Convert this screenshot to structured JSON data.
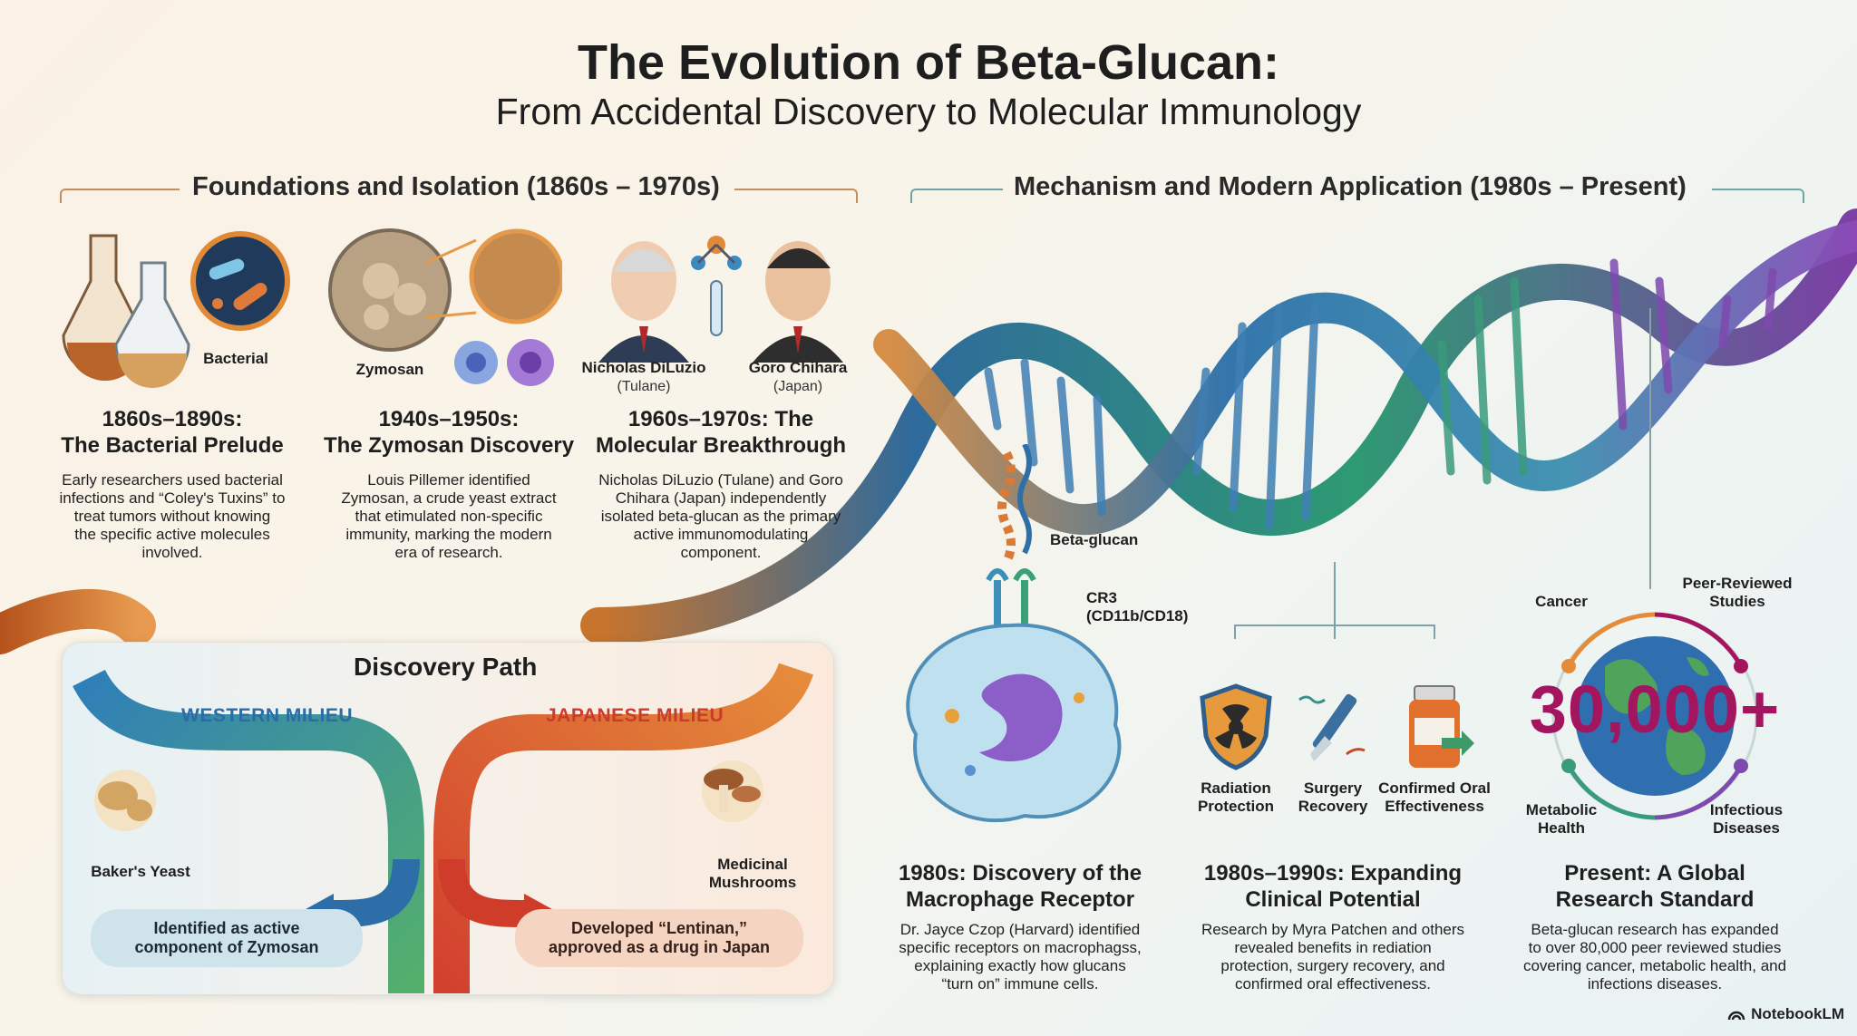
{
  "header": {
    "title": "The Evolution of Beta-Glucan:",
    "subtitle": "From Accidental Discovery to Molecular Immunology"
  },
  "sections": {
    "left": "Foundations and Isolation (1860s – 1970s)",
    "right": "Mechanism and Modern Application (1980s – Present)"
  },
  "eras": [
    {
      "image_label": "Bacterial",
      "title_line1": "1860s–1890s:",
      "title_line2": "The Bacterial Prelude",
      "desc": [
        "Early researchers used bacterial",
        "infections and “Coley's Tuxins” to",
        "treat tumors without knowing",
        "the specific active molecules",
        "involved."
      ]
    },
    {
      "image_label": "Zymosan",
      "title_line1": "1940s–1950s:",
      "title_line2": "The Zymosan Discovery",
      "desc": [
        "Louis Pillemer identified",
        "Zymosan, a crude yeast extract",
        "that etimulated non-specific",
        "immunity, marking the modern",
        "era of research."
      ]
    },
    {
      "title_line1": "1960s–1970s: The",
      "title_line2": "Molecular Breakthrough",
      "desc": [
        "Nicholas DiLuzio (Tulane) and Goro",
        "Chihara (Japan) independently",
        "isolated beta-glucan as the primary",
        "active immunomodulating",
        "component."
      ],
      "people": [
        {
          "name": "Nicholas DiLuzio",
          "affiliation": "(Tulane)"
        },
        {
          "name": "Goro Chihara",
          "affiliation": "(Japan)"
        }
      ]
    }
  ],
  "discovery": {
    "title": "Discovery Path",
    "western": "WESTERN MILIEU",
    "japanese": "JAPANESE MILIEU",
    "yeast_label": "Baker's Yeast",
    "mushroom_label_1": "Medicinal",
    "mushroom_label_2": "Mushrooms",
    "western_result_1": "Identified as active",
    "western_result_2": "component of Zymosan",
    "japanese_result_1": "Developed “Lentinan,”",
    "japanese_result_2": "approved as a drug in Japan"
  },
  "receptor": {
    "beta_label": "Beta-glucan",
    "cr3_label_1": "CR3",
    "cr3_label_2": "(CD11b/CD18)",
    "title_line1": "1980s: Discovery of the",
    "title_line2": "Macrophage Receptor",
    "desc": [
      "Dr. Jayce Czop (Harvard) identified",
      "specific receptors on macrophagss,",
      "explaining exactly how glucans",
      "“turn on” immune cells."
    ]
  },
  "clinical": {
    "icons": [
      {
        "l1": "Radiation",
        "l2": "Protection"
      },
      {
        "l1": "Surgery",
        "l2": "Recovery"
      },
      {
        "l1": "Confirmed Oral",
        "l2": "Effectiveness"
      }
    ],
    "title_line1": "1980s–1990s: Expanding",
    "title_line2": "Clinical Potential",
    "desc": [
      "Research by Myra Patchen and others",
      "revealed benefits in rediation",
      "protection, surgery recovery, and",
      "confirmed oral effectiveness."
    ]
  },
  "global": {
    "number": "30,000+",
    "nodes": {
      "cancer": "Cancer",
      "peer_1": "Peer-Reviewed",
      "peer_2": "Studies",
      "metabolic_1": "Metabolic",
      "metabolic_2": "Health",
      "infectious_1": "Infectious",
      "infectious_2": "Diseases"
    },
    "title_line1": "Present: A Global",
    "title_line2": "Research Standard",
    "desc": [
      "Beta-glucan research has expanded",
      "to over 80,000 peer reviewed studies",
      "covering cancer, metabolic health, and",
      "infections diseases."
    ]
  },
  "brand": "NotebookLM"
}
